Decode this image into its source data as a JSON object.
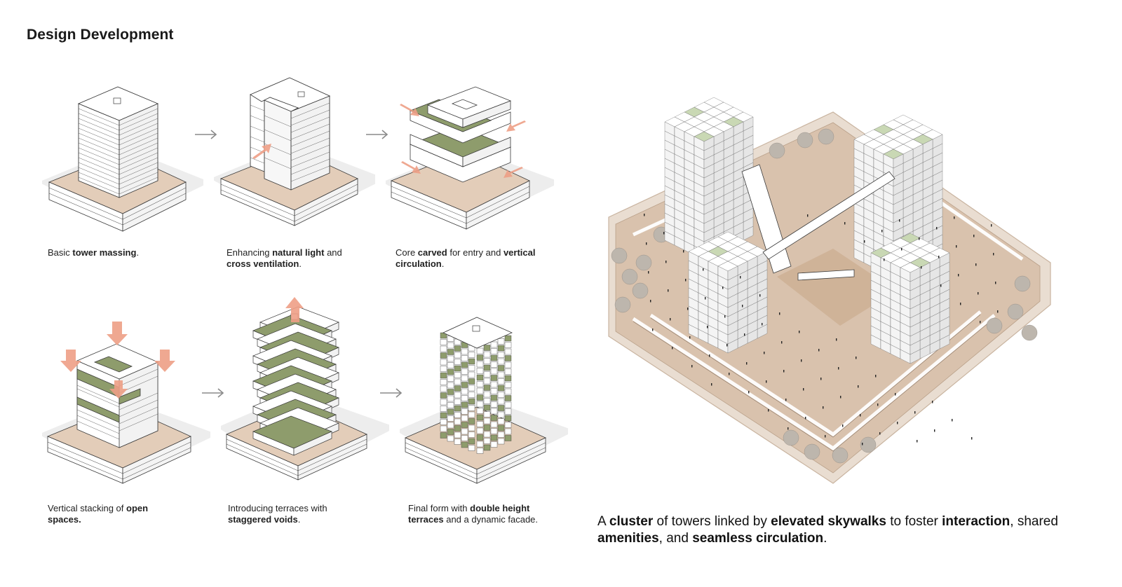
{
  "title": "Design Development",
  "colors": {
    "base": "#e3cdb9",
    "base_side": "#d8bfa9",
    "tower": "#ffffff",
    "line": "#3a3a3a",
    "terrace": "#8e9c6c",
    "arrow": "#ee9f86",
    "connector": "#8a8a8a",
    "shadow": "#dcdcdc"
  },
  "steps": [
    {
      "pre": "Basic ",
      "b1": "tower massing",
      "mid": ".",
      "b2": "",
      "post": ""
    },
    {
      "pre": "Enhancing ",
      "b1": "natural light",
      "mid": " and ",
      "b2": "cross ventilation",
      "post": "."
    },
    {
      "pre": "Core ",
      "b1": "carved",
      "mid": " for entry and ",
      "b2": "vertical circulation",
      "post": "."
    },
    {
      "pre": "Vertical stacking of ",
      "b1": "open spaces.",
      "mid": "",
      "b2": "",
      "post": ""
    },
    {
      "pre": "Introducing terraces with ",
      "b1": "staggered voids",
      "mid": ".",
      "b2": "",
      "post": ""
    },
    {
      "pre": "Final form with ",
      "b1": "double height terraces",
      "mid": " and a dynamic facade.",
      "b2": "",
      "post": ""
    }
  ],
  "summary": {
    "t1": "A ",
    "b1": "cluster",
    "t2": " of towers linked by ",
    "b2": "elevated skywalks",
    "t3": " to foster ",
    "b3": "interaction",
    "t4": ", shared ",
    "b4": "amenities",
    "t5": ", and ",
    "b5": "seamless circulation",
    "t6": "."
  }
}
